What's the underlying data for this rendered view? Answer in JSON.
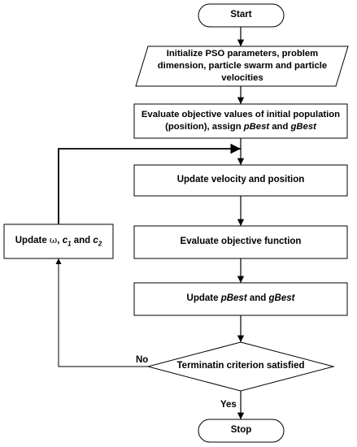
{
  "nodes": {
    "start": {
      "label": "Start"
    },
    "init": {
      "lines": [
        "Initialize PSO parameters, problem",
        "dimension, particle swarm and particle",
        "velocities"
      ]
    },
    "evaluate_initial": {
      "line1": "Evaluate objective values of initial population",
      "line2_prefix": "(position), assign ",
      "pbest": "pBest",
      "and": " and ",
      "gbest": "gBest"
    },
    "update_velocity": {
      "label": "Update velocity and position"
    },
    "evaluate_objective": {
      "label": "Evaluate objective function"
    },
    "update_best": {
      "prefix": "Update ",
      "pbest": "pBest",
      "and": " and ",
      "gbest": "gBest"
    },
    "termination": {
      "label": "Terminatin criterion satisfied"
    },
    "update_params": {
      "prefix": "Update ",
      "omega": "ω",
      "comma": ", ",
      "c1_base": "c",
      "c1_sub": "1",
      "and": " and ",
      "c2_base": "c",
      "c2_sub": "2"
    },
    "stop": {
      "label": "Stop"
    }
  },
  "edge_labels": {
    "no": "No",
    "yes": "Yes"
  }
}
